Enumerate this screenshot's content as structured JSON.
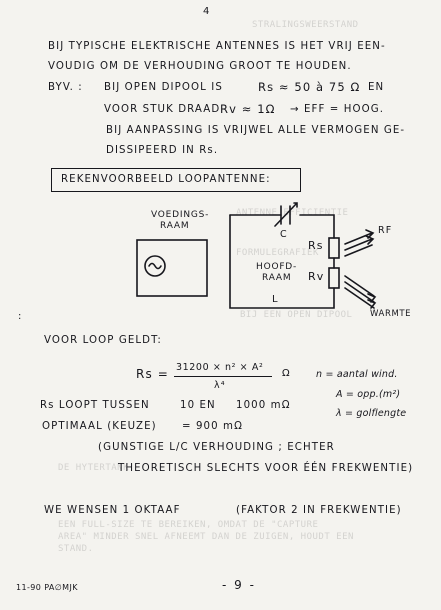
{
  "page_number_top": "4",
  "intro": {
    "line1": "BIJ TYPISCHE ELEKTRISCHE ANTENNES IS HET VRIJ EEN-",
    "line2": "VOUDIG OM DE VERHOUDING GROOT TE HOUDEN.",
    "byv_label": "BYV. :",
    "line3_a": "BIJ OPEN DIPOOL IS",
    "line3_b": "Rs ≈ 50 à 75 Ω",
    "line3_c": "EN",
    "line4_a": "VOOR STUK DRAAD",
    "line4_b": "Rv ≈ 1Ω",
    "line4_c": "→ EFF = HOOG.",
    "line5": "BIJ AANPASSING IS VRIJWEL ALLE VERMOGEN GE-",
    "line6": "DISSIPEERD IN Rs."
  },
  "example_title": "REKENVOORBEELD LOOPANTENNE:",
  "diagram": {
    "supply_label_1": "VOEDINGS-",
    "supply_label_2": "RAAM",
    "capacitor_label": "C",
    "rs_label": "Rs",
    "rv_label": "Rv",
    "rf_label": "RF",
    "heat_label": "WARMTE",
    "main_label_1": "HOOFD-",
    "main_label_2": "RAAM",
    "loop_label": "L",
    "source_symbol": "~"
  },
  "formula": {
    "lead": "VOOR LOOP GELDT:",
    "lhs": "Rs =",
    "numerator": "31200 × n² × A²",
    "denominator": "λ⁴",
    "unit": "Ω",
    "def_n": "n = aantal wind.",
    "def_a": "A = opp.(m²)",
    "def_l": "λ = golflengte"
  },
  "range": {
    "text_a": "Rs LOOPT TUSSEN",
    "text_b": "10 EN",
    "text_c": "1000 mΩ",
    "opt_a": "OPTIMAAL (KEUZE)",
    "opt_b": "= 900 mΩ",
    "note1": "(GUNSTIGE L/C VERHOUDING ; ECHTER",
    "note2": "THEORETISCH SLECHTS VOOR ÉÉN FREKWENTIE)"
  },
  "closing": {
    "text": "WE WENSEN 1 OKTAAF",
    "paren": "(FAKTOR 2 IN FREKWENTIE)"
  },
  "footer": {
    "left": "11-90 PA∅MJK",
    "page": "- 9 -"
  },
  "bleed_through": {
    "l1": "STRALINGSWEERSTAND",
    "l2": "FORMULEGRAFIEK",
    "l3": "ANTENNE EFFICIENTIE",
    "l4": "BIJ EEN OPEN DIPOOL",
    "l5": "DE HYTERTANK",
    "l6": "EEN FULL-SIZE TE BEREIKEN, OMDAT DE \"CAPTURE",
    "l7": "AREA\" MINDER SNEL AFNEEMT DAN DE ZUIGEN, HOUDT EEN",
    "l8": "STAND."
  }
}
